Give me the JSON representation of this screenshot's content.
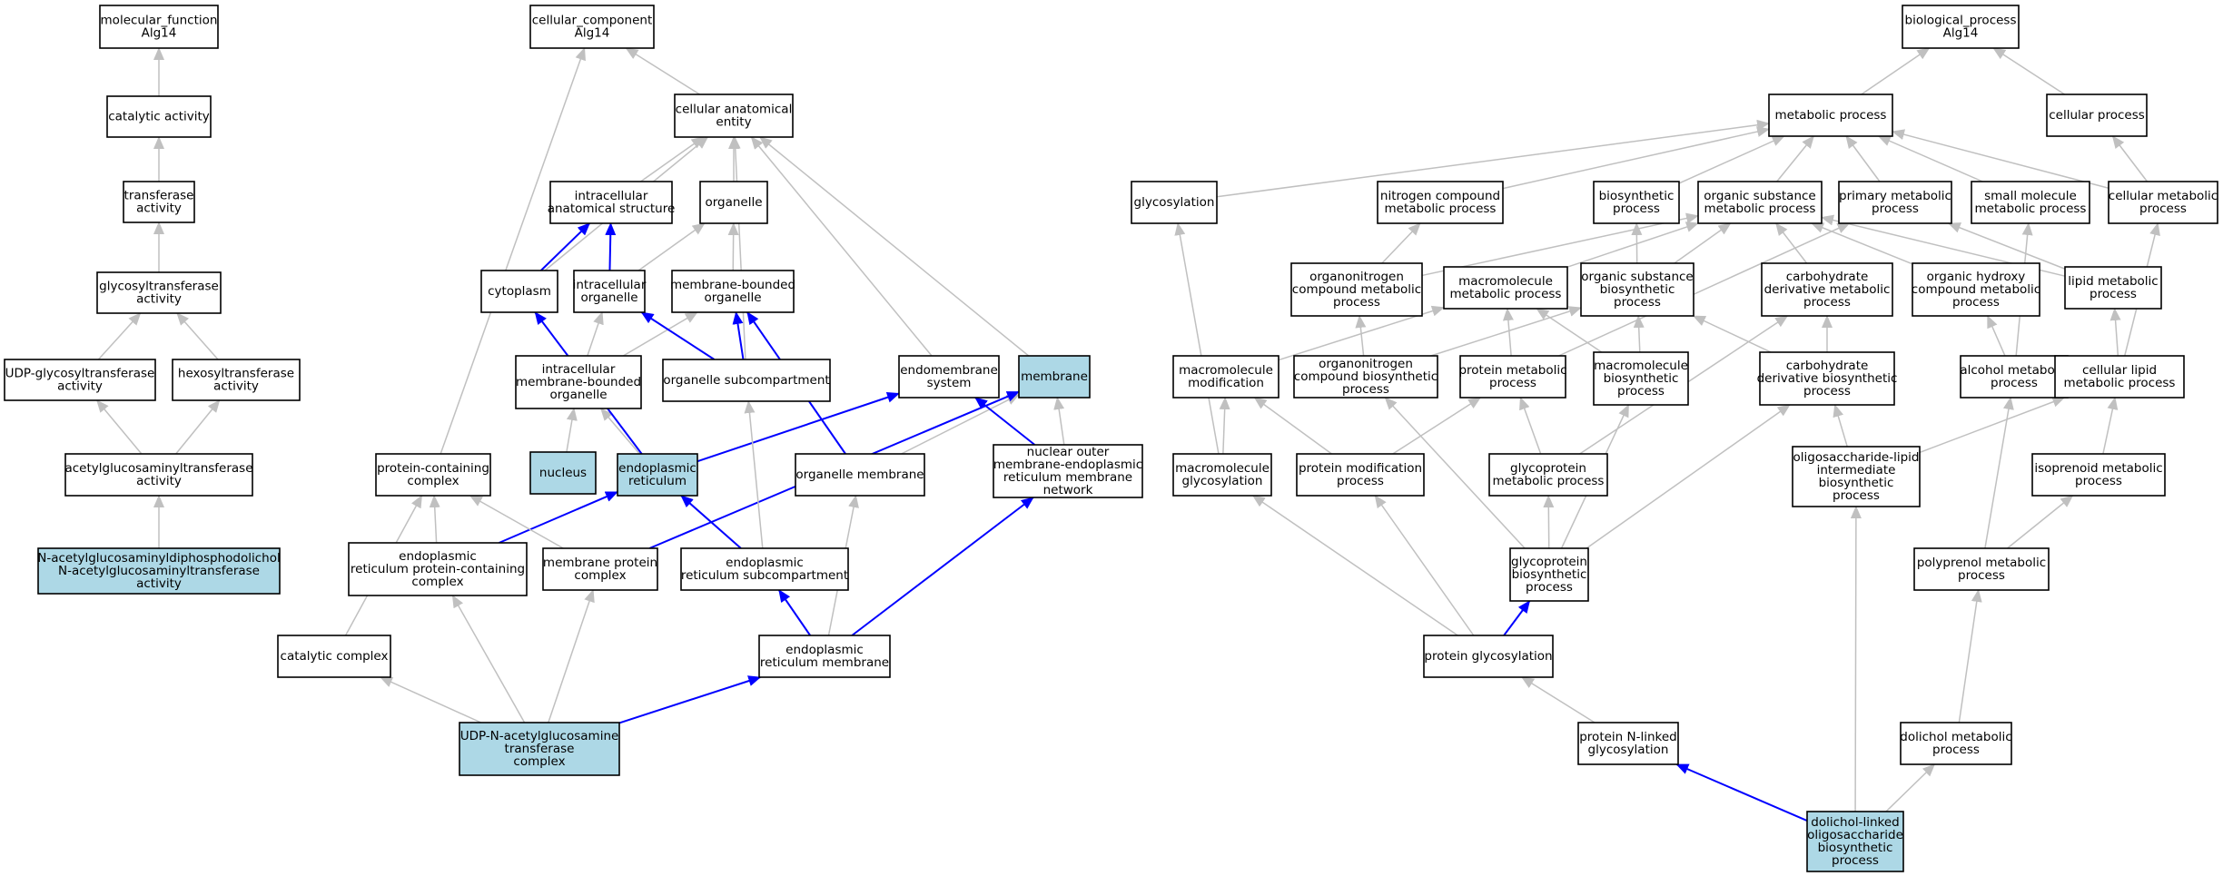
{
  "colors": {
    "background": "#ffffff",
    "node_fill": "#ffffff",
    "highlight_fill": "#add8e6",
    "node_border": "#000000",
    "edge_gray": "#c0c0c0",
    "edge_blue": "#0000ff"
  },
  "nodes": [
    {
      "id": "mf",
      "lines": [
        "molecular_function",
        "Alg14"
      ],
      "highlight": false
    },
    {
      "id": "catalytic",
      "lines": [
        "catalytic activity"
      ],
      "highlight": false
    },
    {
      "id": "transferase",
      "lines": [
        "transferase",
        "activity"
      ],
      "highlight": false
    },
    {
      "id": "glycosyltransferase",
      "lines": [
        "glycosyltransferase",
        "activity"
      ],
      "highlight": false
    },
    {
      "id": "udp_glyco",
      "lines": [
        "UDP-glycosyltransferase",
        "activity"
      ],
      "highlight": false
    },
    {
      "id": "hexosyl",
      "lines": [
        "hexosyltransferase",
        "activity"
      ],
      "highlight": false
    },
    {
      "id": "acetylglc",
      "lines": [
        "acetylglucosaminyltransferase",
        "activity"
      ],
      "highlight": false
    },
    {
      "id": "nacetyl",
      "lines": [
        "N-acetylglucosaminyldiphosphodolichol",
        "N-acetylglucosaminyltransferase",
        "activity"
      ],
      "highlight": true
    },
    {
      "id": "cc",
      "lines": [
        "cellular_component",
        "Alg14"
      ],
      "highlight": false
    },
    {
      "id": "cae",
      "lines": [
        "cellular anatomical",
        "entity"
      ],
      "highlight": false
    },
    {
      "id": "ias",
      "lines": [
        "intracellular",
        "anatomical structure"
      ],
      "highlight": false
    },
    {
      "id": "organelle",
      "lines": [
        "organelle"
      ],
      "highlight": false
    },
    {
      "id": "cytoplasm",
      "lines": [
        "cytoplasm"
      ],
      "highlight": false
    },
    {
      "id": "io",
      "lines": [
        "intracellular",
        "organelle"
      ],
      "highlight": false
    },
    {
      "id": "mbo",
      "lines": [
        "membrane-bounded",
        "organelle"
      ],
      "highlight": false
    },
    {
      "id": "imbo",
      "lines": [
        "intracellular",
        "membrane-bounded",
        "organelle"
      ],
      "highlight": false
    },
    {
      "id": "osub",
      "lines": [
        "organelle subcompartment"
      ],
      "highlight": false
    },
    {
      "id": "endomem",
      "lines": [
        "endomembrane",
        "system"
      ],
      "highlight": false
    },
    {
      "id": "membrane",
      "lines": [
        "membrane"
      ],
      "highlight": true
    },
    {
      "id": "nucleus",
      "lines": [
        "nucleus"
      ],
      "highlight": true
    },
    {
      "id": "er",
      "lines": [
        "endoplasmic",
        "reticulum"
      ],
      "highlight": true
    },
    {
      "id": "omem",
      "lines": [
        "organelle membrane"
      ],
      "highlight": false
    },
    {
      "id": "nomem",
      "lines": [
        "nuclear outer",
        "membrane-endoplasmic",
        "reticulum membrane",
        "network"
      ],
      "highlight": false
    },
    {
      "id": "pcc",
      "lines": [
        "protein-containing",
        "complex"
      ],
      "highlight": false
    },
    {
      "id": "erpcc",
      "lines": [
        "endoplasmic",
        "reticulum protein-containing",
        "complex"
      ],
      "highlight": false
    },
    {
      "id": "mpc",
      "lines": [
        "membrane protein",
        "complex"
      ],
      "highlight": false
    },
    {
      "id": "ersub",
      "lines": [
        "endoplasmic",
        "reticulum subcompartment"
      ],
      "highlight": false
    },
    {
      "id": "catcomplex",
      "lines": [
        "catalytic complex"
      ],
      "highlight": false
    },
    {
      "id": "ermem",
      "lines": [
        "endoplasmic",
        "reticulum membrane"
      ],
      "highlight": false
    },
    {
      "id": "udpnac",
      "lines": [
        "UDP-N-acetylglucosamine",
        "transferase",
        "complex"
      ],
      "highlight": true
    },
    {
      "id": "bp",
      "lines": [
        "biological_process",
        "Alg14"
      ],
      "highlight": false
    },
    {
      "id": "metabolic",
      "lines": [
        "metabolic process"
      ],
      "highlight": false
    },
    {
      "id": "cellular",
      "lines": [
        "cellular process"
      ],
      "highlight": false
    },
    {
      "id": "glycosylation",
      "lines": [
        "glycosylation"
      ],
      "highlight": false
    },
    {
      "id": "ncmp",
      "lines": [
        "nitrogen compound",
        "metabolic process"
      ],
      "highlight": false
    },
    {
      "id": "biosyn",
      "lines": [
        "biosynthetic",
        "process"
      ],
      "highlight": false
    },
    {
      "id": "osmp",
      "lines": [
        "organic substance",
        "metabolic process"
      ],
      "highlight": false
    },
    {
      "id": "pmp",
      "lines": [
        "primary metabolic",
        "process"
      ],
      "highlight": false
    },
    {
      "id": "smmp",
      "lines": [
        "small molecule",
        "metabolic process"
      ],
      "highlight": false
    },
    {
      "id": "cmp",
      "lines": [
        "cellular metabolic",
        "process"
      ],
      "highlight": false
    },
    {
      "id": "oncmp",
      "lines": [
        "organonitrogen",
        "compound metabolic",
        "process"
      ],
      "highlight": false
    },
    {
      "id": "mmp",
      "lines": [
        "macromolecule",
        "metabolic process"
      ],
      "highlight": false
    },
    {
      "id": "osbp",
      "lines": [
        "organic substance",
        "biosynthetic",
        "process"
      ],
      "highlight": false
    },
    {
      "id": "cdmp",
      "lines": [
        "carbohydrate",
        "derivative metabolic",
        "process"
      ],
      "highlight": false
    },
    {
      "id": "ohcmp",
      "lines": [
        "organic hydroxy",
        "compound metabolic",
        "process"
      ],
      "highlight": false
    },
    {
      "id": "lmp",
      "lines": [
        "lipid metabolic",
        "process"
      ],
      "highlight": false
    },
    {
      "id": "mmod",
      "lines": [
        "macromolecule",
        "modification"
      ],
      "highlight": false
    },
    {
      "id": "oncbp",
      "lines": [
        "organonitrogen",
        "compound biosynthetic",
        "process"
      ],
      "highlight": false
    },
    {
      "id": "protmp",
      "lines": [
        "protein metabolic",
        "process"
      ],
      "highlight": false
    },
    {
      "id": "mbiop",
      "lines": [
        "macromolecule",
        "biosynthetic",
        "process"
      ],
      "highlight": false
    },
    {
      "id": "cdbp",
      "lines": [
        "carbohydrate",
        "derivative biosynthetic",
        "process"
      ],
      "highlight": false
    },
    {
      "id": "almp",
      "lines": [
        "alcohol metabolic",
        "process"
      ],
      "highlight": false
    },
    {
      "id": "clmp",
      "lines": [
        "cellular lipid",
        "metabolic process"
      ],
      "highlight": false
    },
    {
      "id": "mglyc",
      "lines": [
        "macromolecule",
        "glycosylation"
      ],
      "highlight": false
    },
    {
      "id": "pmodp",
      "lines": [
        "protein modification",
        "process"
      ],
      "highlight": false
    },
    {
      "id": "gpmp",
      "lines": [
        "glycoprotein",
        "metabolic process"
      ],
      "highlight": false
    },
    {
      "id": "olibp",
      "lines": [
        "oligosaccharide-lipid",
        "intermediate",
        "biosynthetic",
        "process"
      ],
      "highlight": false
    },
    {
      "id": "isomp",
      "lines": [
        "isoprenoid metabolic",
        "process"
      ],
      "highlight": false
    },
    {
      "id": "gpbp",
      "lines": [
        "glycoprotein",
        "biosynthetic",
        "process"
      ],
      "highlight": false
    },
    {
      "id": "polymp",
      "lines": [
        "polyprenol metabolic",
        "process"
      ],
      "highlight": false
    },
    {
      "id": "pglyc",
      "lines": [
        "protein glycosylation"
      ],
      "highlight": false
    },
    {
      "id": "pnglyc",
      "lines": [
        "protein N-linked",
        "glycosylation"
      ],
      "highlight": false
    },
    {
      "id": "dolmp",
      "lines": [
        "dolichol metabolic",
        "process"
      ],
      "highlight": false
    },
    {
      "id": "dlobp",
      "lines": [
        "dolichol-linked",
        "oligosaccharide",
        "biosynthetic",
        "process"
      ],
      "highlight": true
    }
  ],
  "edges": [
    {
      "from": "catalytic",
      "to": "mf",
      "color": "gray"
    },
    {
      "from": "transferase",
      "to": "catalytic",
      "color": "gray"
    },
    {
      "from": "glycosyltransferase",
      "to": "transferase",
      "color": "gray"
    },
    {
      "from": "udp_glyco",
      "to": "glycosyltransferase",
      "color": "gray"
    },
    {
      "from": "hexosyl",
      "to": "glycosyltransferase",
      "color": "gray"
    },
    {
      "from": "acetylglc",
      "to": "udp_glyco",
      "color": "gray"
    },
    {
      "from": "acetylglc",
      "to": "hexosyl",
      "color": "gray"
    },
    {
      "from": "nacetyl",
      "to": "acetylglc",
      "color": "gray"
    },
    {
      "from": "cae",
      "to": "cc",
      "color": "gray"
    },
    {
      "from": "pcc",
      "to": "cc",
      "color": "gray"
    },
    {
      "from": "ias",
      "to": "cae",
      "color": "gray"
    },
    {
      "from": "organelle",
      "to": "cae",
      "color": "gray"
    },
    {
      "from": "cytoplasm",
      "to": "cae",
      "color": "gray"
    },
    {
      "from": "osub",
      "to": "cae",
      "color": "gray"
    },
    {
      "from": "endomem",
      "to": "cae",
      "color": "gray"
    },
    {
      "from": "membrane",
      "to": "cae",
      "color": "gray"
    },
    {
      "from": "cytoplasm",
      "to": "ias",
      "color": "blue"
    },
    {
      "from": "io",
      "to": "ias",
      "color": "blue"
    },
    {
      "from": "io",
      "to": "organelle",
      "color": "gray"
    },
    {
      "from": "mbo",
      "to": "organelle",
      "color": "gray"
    },
    {
      "from": "imbo",
      "to": "io",
      "color": "gray"
    },
    {
      "from": "imbo",
      "to": "mbo",
      "color": "gray"
    },
    {
      "from": "osub",
      "to": "io",
      "color": "blue"
    },
    {
      "from": "osub",
      "to": "mbo",
      "color": "blue"
    },
    {
      "from": "nucleus",
      "to": "imbo",
      "color": "gray"
    },
    {
      "from": "er",
      "to": "imbo",
      "color": "gray"
    },
    {
      "from": "er",
      "to": "cytoplasm",
      "color": "blue"
    },
    {
      "from": "er",
      "to": "endomem",
      "color": "blue"
    },
    {
      "from": "omem",
      "to": "mbo",
      "color": "blue"
    },
    {
      "from": "omem",
      "to": "membrane",
      "color": "gray"
    },
    {
      "from": "nomem",
      "to": "endomem",
      "color": "blue"
    },
    {
      "from": "nomem",
      "to": "membrane",
      "color": "gray"
    },
    {
      "from": "erpcc",
      "to": "pcc",
      "color": "gray"
    },
    {
      "from": "erpcc",
      "to": "er",
      "color": "blue"
    },
    {
      "from": "mpc",
      "to": "pcc",
      "color": "gray"
    },
    {
      "from": "mpc",
      "to": "membrane",
      "color": "blue"
    },
    {
      "from": "ersub",
      "to": "er",
      "color": "blue"
    },
    {
      "from": "ersub",
      "to": "osub",
      "color": "gray"
    },
    {
      "from": "catcomplex",
      "to": "pcc",
      "color": "gray"
    },
    {
      "from": "ermem",
      "to": "ersub",
      "color": "blue"
    },
    {
      "from": "ermem",
      "to": "omem",
      "color": "gray"
    },
    {
      "from": "ermem",
      "to": "nomem",
      "color": "blue"
    },
    {
      "from": "udpnac",
      "to": "erpcc",
      "color": "gray"
    },
    {
      "from": "udpnac",
      "to": "mpc",
      "color": "gray"
    },
    {
      "from": "udpnac",
      "to": "catcomplex",
      "color": "gray"
    },
    {
      "from": "udpnac",
      "to": "ermem",
      "color": "blue"
    },
    {
      "from": "metabolic",
      "to": "bp",
      "color": "gray"
    },
    {
      "from": "cellular",
      "to": "bp",
      "color": "gray"
    },
    {
      "from": "glycosylation",
      "to": "metabolic",
      "color": "gray"
    },
    {
      "from": "ncmp",
      "to": "metabolic",
      "color": "gray"
    },
    {
      "from": "biosyn",
      "to": "metabolic",
      "color": "gray"
    },
    {
      "from": "osmp",
      "to": "metabolic",
      "color": "gray"
    },
    {
      "from": "pmp",
      "to": "metabolic",
      "color": "gray"
    },
    {
      "from": "smmp",
      "to": "metabolic",
      "color": "gray"
    },
    {
      "from": "cmp",
      "to": "metabolic",
      "color": "gray"
    },
    {
      "from": "cmp",
      "to": "cellular",
      "color": "gray"
    },
    {
      "from": "oncmp",
      "to": "ncmp",
      "color": "gray"
    },
    {
      "from": "oncmp",
      "to": "osmp",
      "color": "gray"
    },
    {
      "from": "mmp",
      "to": "osmp",
      "color": "gray"
    },
    {
      "from": "osbp",
      "to": "biosyn",
      "color": "gray"
    },
    {
      "from": "osbp",
      "to": "osmp",
      "color": "gray"
    },
    {
      "from": "cdmp",
      "to": "osmp",
      "color": "gray"
    },
    {
      "from": "ohcmp",
      "to": "osmp",
      "color": "gray"
    },
    {
      "from": "lmp",
      "to": "pmp",
      "color": "gray"
    },
    {
      "from": "lmp",
      "to": "osmp",
      "color": "gray"
    },
    {
      "from": "mmod",
      "to": "mmp",
      "color": "gray"
    },
    {
      "from": "oncbp",
      "to": "oncmp",
      "color": "gray"
    },
    {
      "from": "oncbp",
      "to": "osbp",
      "color": "gray"
    },
    {
      "from": "protmp",
      "to": "mmp",
      "color": "gray"
    },
    {
      "from": "protmp",
      "to": "pmp",
      "color": "gray"
    },
    {
      "from": "mbiop",
      "to": "mmp",
      "color": "gray"
    },
    {
      "from": "mbiop",
      "to": "osbp",
      "color": "gray"
    },
    {
      "from": "cdbp",
      "to": "cdmp",
      "color": "gray"
    },
    {
      "from": "cdbp",
      "to": "osbp",
      "color": "gray"
    },
    {
      "from": "almp",
      "to": "ohcmp",
      "color": "gray"
    },
    {
      "from": "almp",
      "to": "smmp",
      "color": "gray"
    },
    {
      "from": "clmp",
      "to": "lmp",
      "color": "gray"
    },
    {
      "from": "clmp",
      "to": "cmp",
      "color": "gray"
    },
    {
      "from": "mglyc",
      "to": "mmod",
      "color": "gray"
    },
    {
      "from": "mglyc",
      "to": "glycosylation",
      "color": "gray"
    },
    {
      "from": "pmodp",
      "to": "mmod",
      "color": "gray"
    },
    {
      "from": "pmodp",
      "to": "protmp",
      "color": "gray"
    },
    {
      "from": "gpmp",
      "to": "protmp",
      "color": "gray"
    },
    {
      "from": "gpmp",
      "to": "cdmp",
      "color": "gray"
    },
    {
      "from": "olibp",
      "to": "cdbp",
      "color": "gray"
    },
    {
      "from": "olibp",
      "to": "clmp",
      "color": "gray"
    },
    {
      "from": "isomp",
      "to": "clmp",
      "color": "gray"
    },
    {
      "from": "gpbp",
      "to": "gpmp",
      "color": "gray"
    },
    {
      "from": "gpbp",
      "to": "mbiop",
      "color": "gray"
    },
    {
      "from": "gpbp",
      "to": "oncbp",
      "color": "gray"
    },
    {
      "from": "gpbp",
      "to": "cdbp",
      "color": "gray"
    },
    {
      "from": "polymp",
      "to": "almp",
      "color": "gray"
    },
    {
      "from": "polymp",
      "to": "isomp",
      "color": "gray"
    },
    {
      "from": "pglyc",
      "to": "gpbp",
      "color": "blue"
    },
    {
      "from": "pglyc",
      "to": "mglyc",
      "color": "gray"
    },
    {
      "from": "pglyc",
      "to": "pmodp",
      "color": "gray"
    },
    {
      "from": "pnglyc",
      "to": "pglyc",
      "color": "gray"
    },
    {
      "from": "dolmp",
      "to": "polymp",
      "color": "gray"
    },
    {
      "from": "dlobp",
      "to": "pnglyc",
      "color": "blue"
    },
    {
      "from": "dlobp",
      "to": "olibp",
      "color": "gray"
    },
    {
      "from": "dlobp",
      "to": "dolmp",
      "color": "gray"
    }
  ]
}
